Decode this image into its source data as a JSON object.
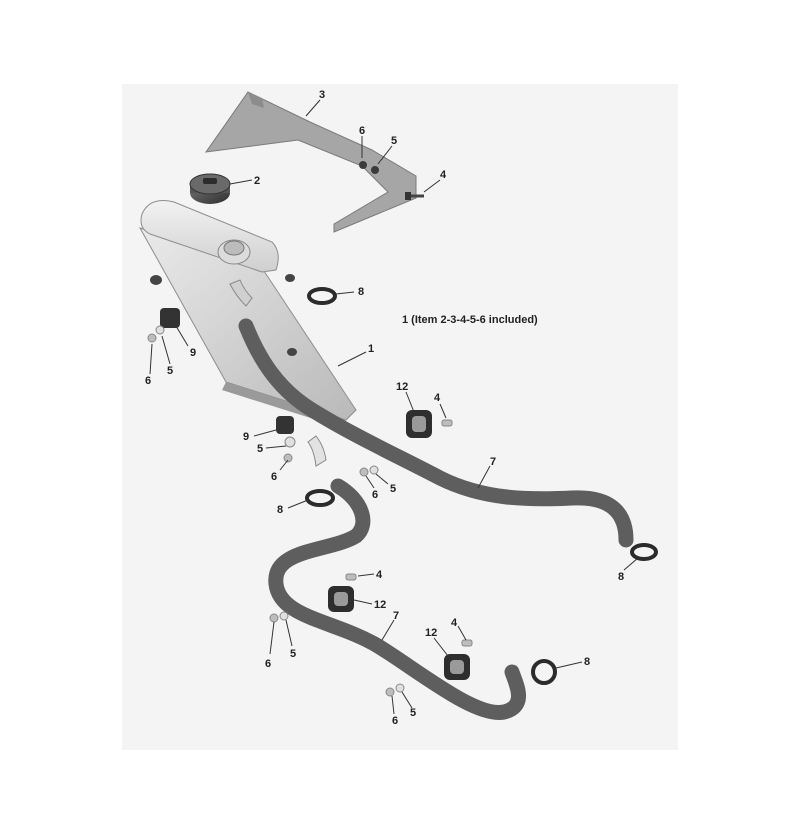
{
  "diagram": {
    "note": "1 (Item 2-3-4-5-6 included)",
    "callouts": [
      "3",
      "6",
      "5",
      "2",
      "4",
      "8",
      "1",
      "9",
      "6",
      "5",
      "12",
      "4",
      "7",
      "9",
      "5",
      "6",
      "6",
      "5",
      "8",
      "8",
      "4",
      "12",
      "7",
      "6",
      "5",
      "12",
      "4",
      "8",
      "6",
      "5"
    ]
  },
  "colors": {
    "background": "#f4f4f4",
    "hose": "#5e5e5e",
    "bracket": "#a6a6a6",
    "radiator": "#d4d4d4",
    "clamp": "#2b2b2b",
    "hardware": "#bdbdbd"
  }
}
